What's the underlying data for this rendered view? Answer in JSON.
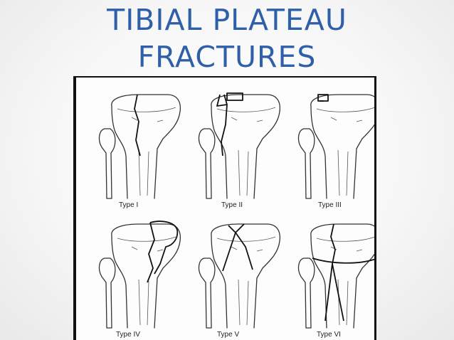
{
  "slide": {
    "title_line1": "TIBIAL PLATEAU",
    "title_line2": "FRACTURES",
    "accent_color": "#2f5fa8"
  },
  "figure": {
    "panels": [
      {
        "label": "Type I"
      },
      {
        "label": "Type II"
      },
      {
        "label": "Type III"
      },
      {
        "label": "Type IV"
      },
      {
        "label": "Type V"
      },
      {
        "label": "Type VI"
      }
    ]
  }
}
